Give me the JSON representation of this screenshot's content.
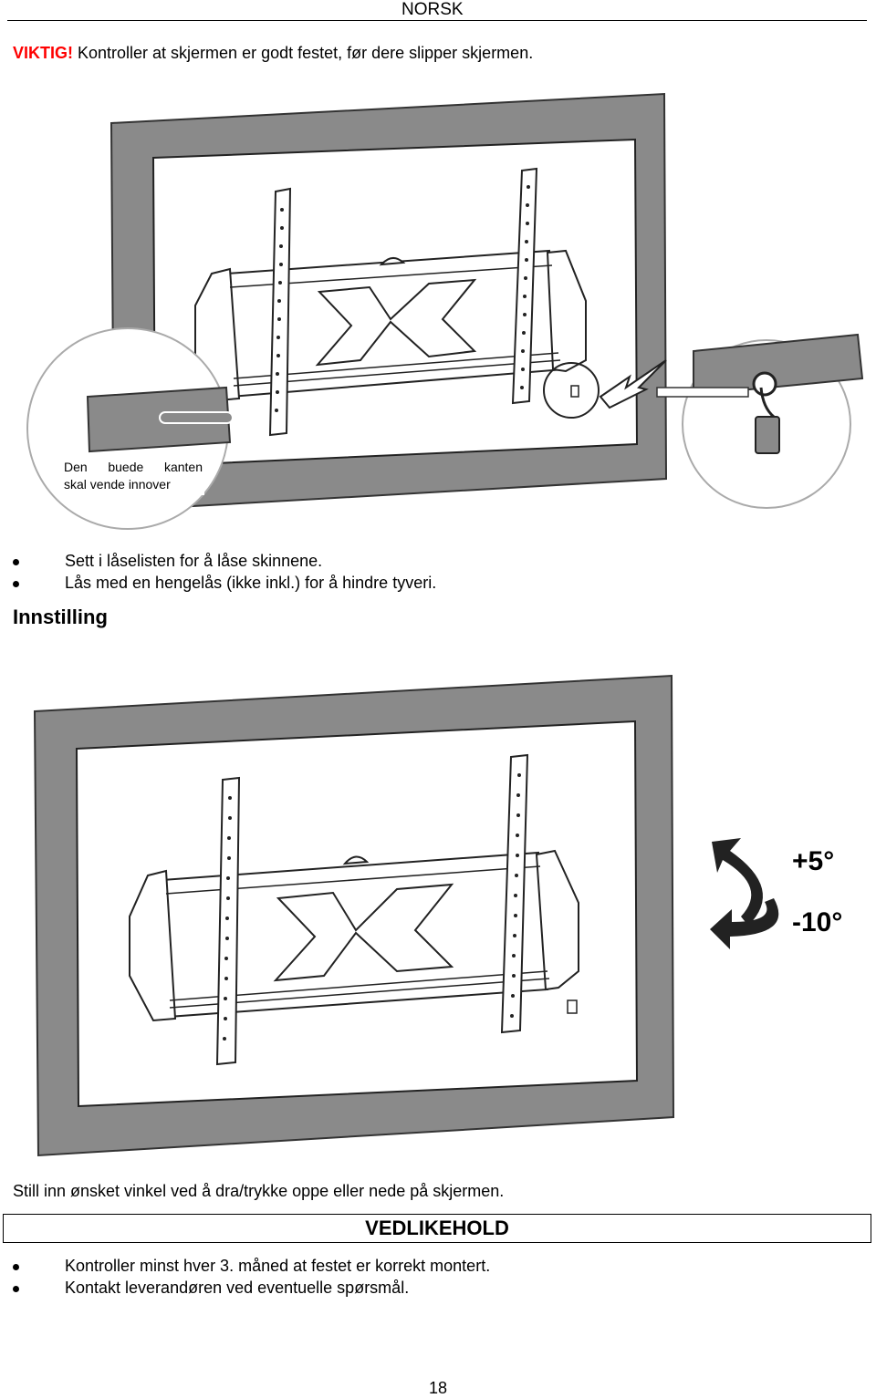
{
  "header": {
    "language": "NORSK"
  },
  "warning": {
    "label": "VIKTIG!",
    "text": " Kontroller at skjermen er godt festet, før dere slipper skjermen."
  },
  "figure1": {
    "callout": [
      "Den buede kanten",
      "skal vende innover"
    ]
  },
  "lock_steps": [
    "Sett i låselisten for å låse skinnene.",
    "Lås med en hengelås (ikke inkl.) for å hindre tyveri."
  ],
  "adjust": {
    "heading": "Innstilling",
    "tilt_up": "+5°",
    "tilt_down": "-10°",
    "instruction": "Still inn ønsket vinkel ved å dra/trykke oppe eller nede på skjermen."
  },
  "maintenance": {
    "title": "VEDLIKEHOLD",
    "items": [
      "Kontroller minst hver 3. måned at festet er korrekt montert.",
      "Kontakt leverandøren ved eventuelle spørsmål."
    ]
  },
  "page_number": "18",
  "colors": {
    "warning_red": "#ff0000",
    "tv_frame": "#8a8a8a"
  },
  "icons": [
    "tv-wall-mount-illustration",
    "padlock-icon",
    "tilt-arrows-icon"
  ]
}
